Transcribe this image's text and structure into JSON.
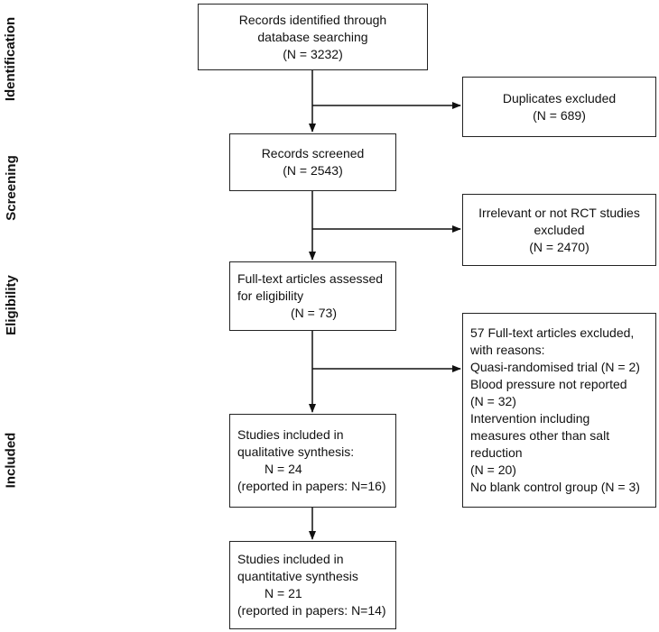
{
  "stages": [
    "Identification",
    "Screening",
    "Eligibility",
    "Included"
  ],
  "boxes": {
    "identified": [
      "Records identified through",
      "database searching",
      "(N = 3232)"
    ],
    "duplicates": [
      "Duplicates excluded",
      "(N = 689)"
    ],
    "screened": [
      "Records screened",
      "(N = 2543)"
    ],
    "irrelevant": [
      "Irrelevant or not RCT studies",
      "excluded",
      "(N = 2470)"
    ],
    "fulltext": [
      "Full-text articles assessed",
      "for eligibility",
      "(N = 73)"
    ],
    "excluded": [
      "57 Full-text articles excluded,",
      "with reasons:",
      "Quasi-randomised trial (N = 2)",
      "Blood pressure not reported",
      "(N = 32)",
      "Intervention including",
      "measures other than salt",
      "reduction",
      "(N = 20)",
      "No blank control group (N = 3)"
    ],
    "qualitative": [
      "Studies included in",
      "qualitative synthesis:",
      "N = 24",
      "(reported in papers: N=16)"
    ],
    "quantitative": [
      "Studies included in",
      "quantitative synthesis",
      "N = 21",
      "(reported in papers: N=14)"
    ]
  }
}
